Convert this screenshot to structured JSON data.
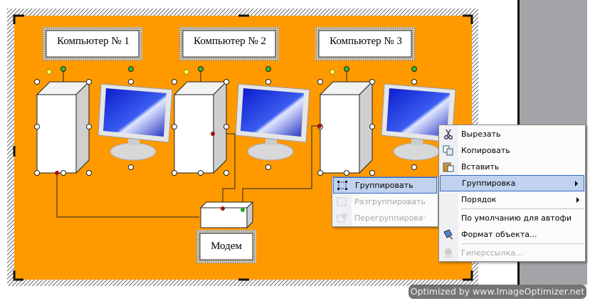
{
  "diagram": {
    "computers": [
      "Компьютер № 1",
      "Компьютер № 2",
      "Компьютер № 3"
    ],
    "modem": "Модем"
  },
  "context_menu": {
    "items": [
      {
        "label": "Вырезать",
        "icon": "scissors-icon",
        "disabled": false
      },
      {
        "label": "Копировать",
        "icon": "copy-icon",
        "disabled": false
      },
      {
        "label": "Вставить",
        "icon": "paste-icon",
        "disabled": false
      },
      {
        "label": "Группировка",
        "icon": "",
        "submenu": true,
        "highlighted": true
      },
      {
        "label": "Порядок",
        "icon": "",
        "submenu": true
      },
      {
        "label": "По умолчанию для автофигур",
        "icon": ""
      },
      {
        "label": "Формат объекта...",
        "icon": "format-object-icon"
      },
      {
        "label": "Гиперссылка...",
        "icon": "hyperlink-icon",
        "disabled": true
      }
    ]
  },
  "submenu": {
    "items": [
      {
        "label": "Группировать",
        "icon": "group-icon",
        "highlighted": true
      },
      {
        "label": "Разгруппировать",
        "icon": "ungroup-icon",
        "disabled": true
      },
      {
        "label": "Перегруппировать",
        "icon": "regroup-icon",
        "disabled": true
      }
    ]
  },
  "watermark": "Optimized by www.ImageOptimizer.net",
  "colors": {
    "canvas": "#ff9900",
    "highlight": "#c1d2ee",
    "menu_border": "#316ac5"
  }
}
